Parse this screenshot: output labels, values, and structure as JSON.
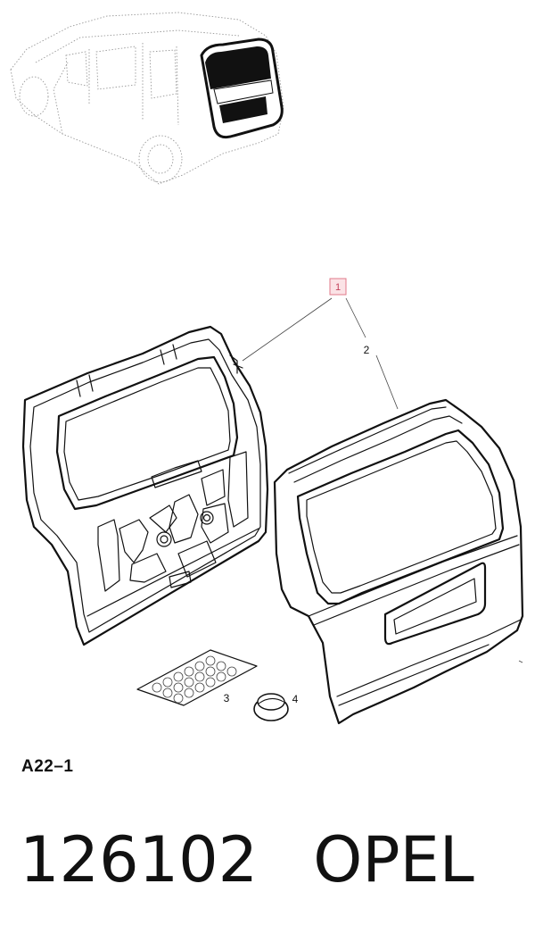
{
  "diagram": {
    "code": "A22–1",
    "callouts": [
      {
        "label": "1",
        "highlighted": true
      },
      {
        "label": "2"
      },
      {
        "label": "3"
      },
      {
        "label": "4"
      }
    ]
  },
  "footer": {
    "part_number": "126102",
    "brand": "OPEL"
  },
  "colors": {
    "line": "#111111",
    "highlight_border": "#e07a8a",
    "highlight_fill": "#fbe3e6"
  }
}
